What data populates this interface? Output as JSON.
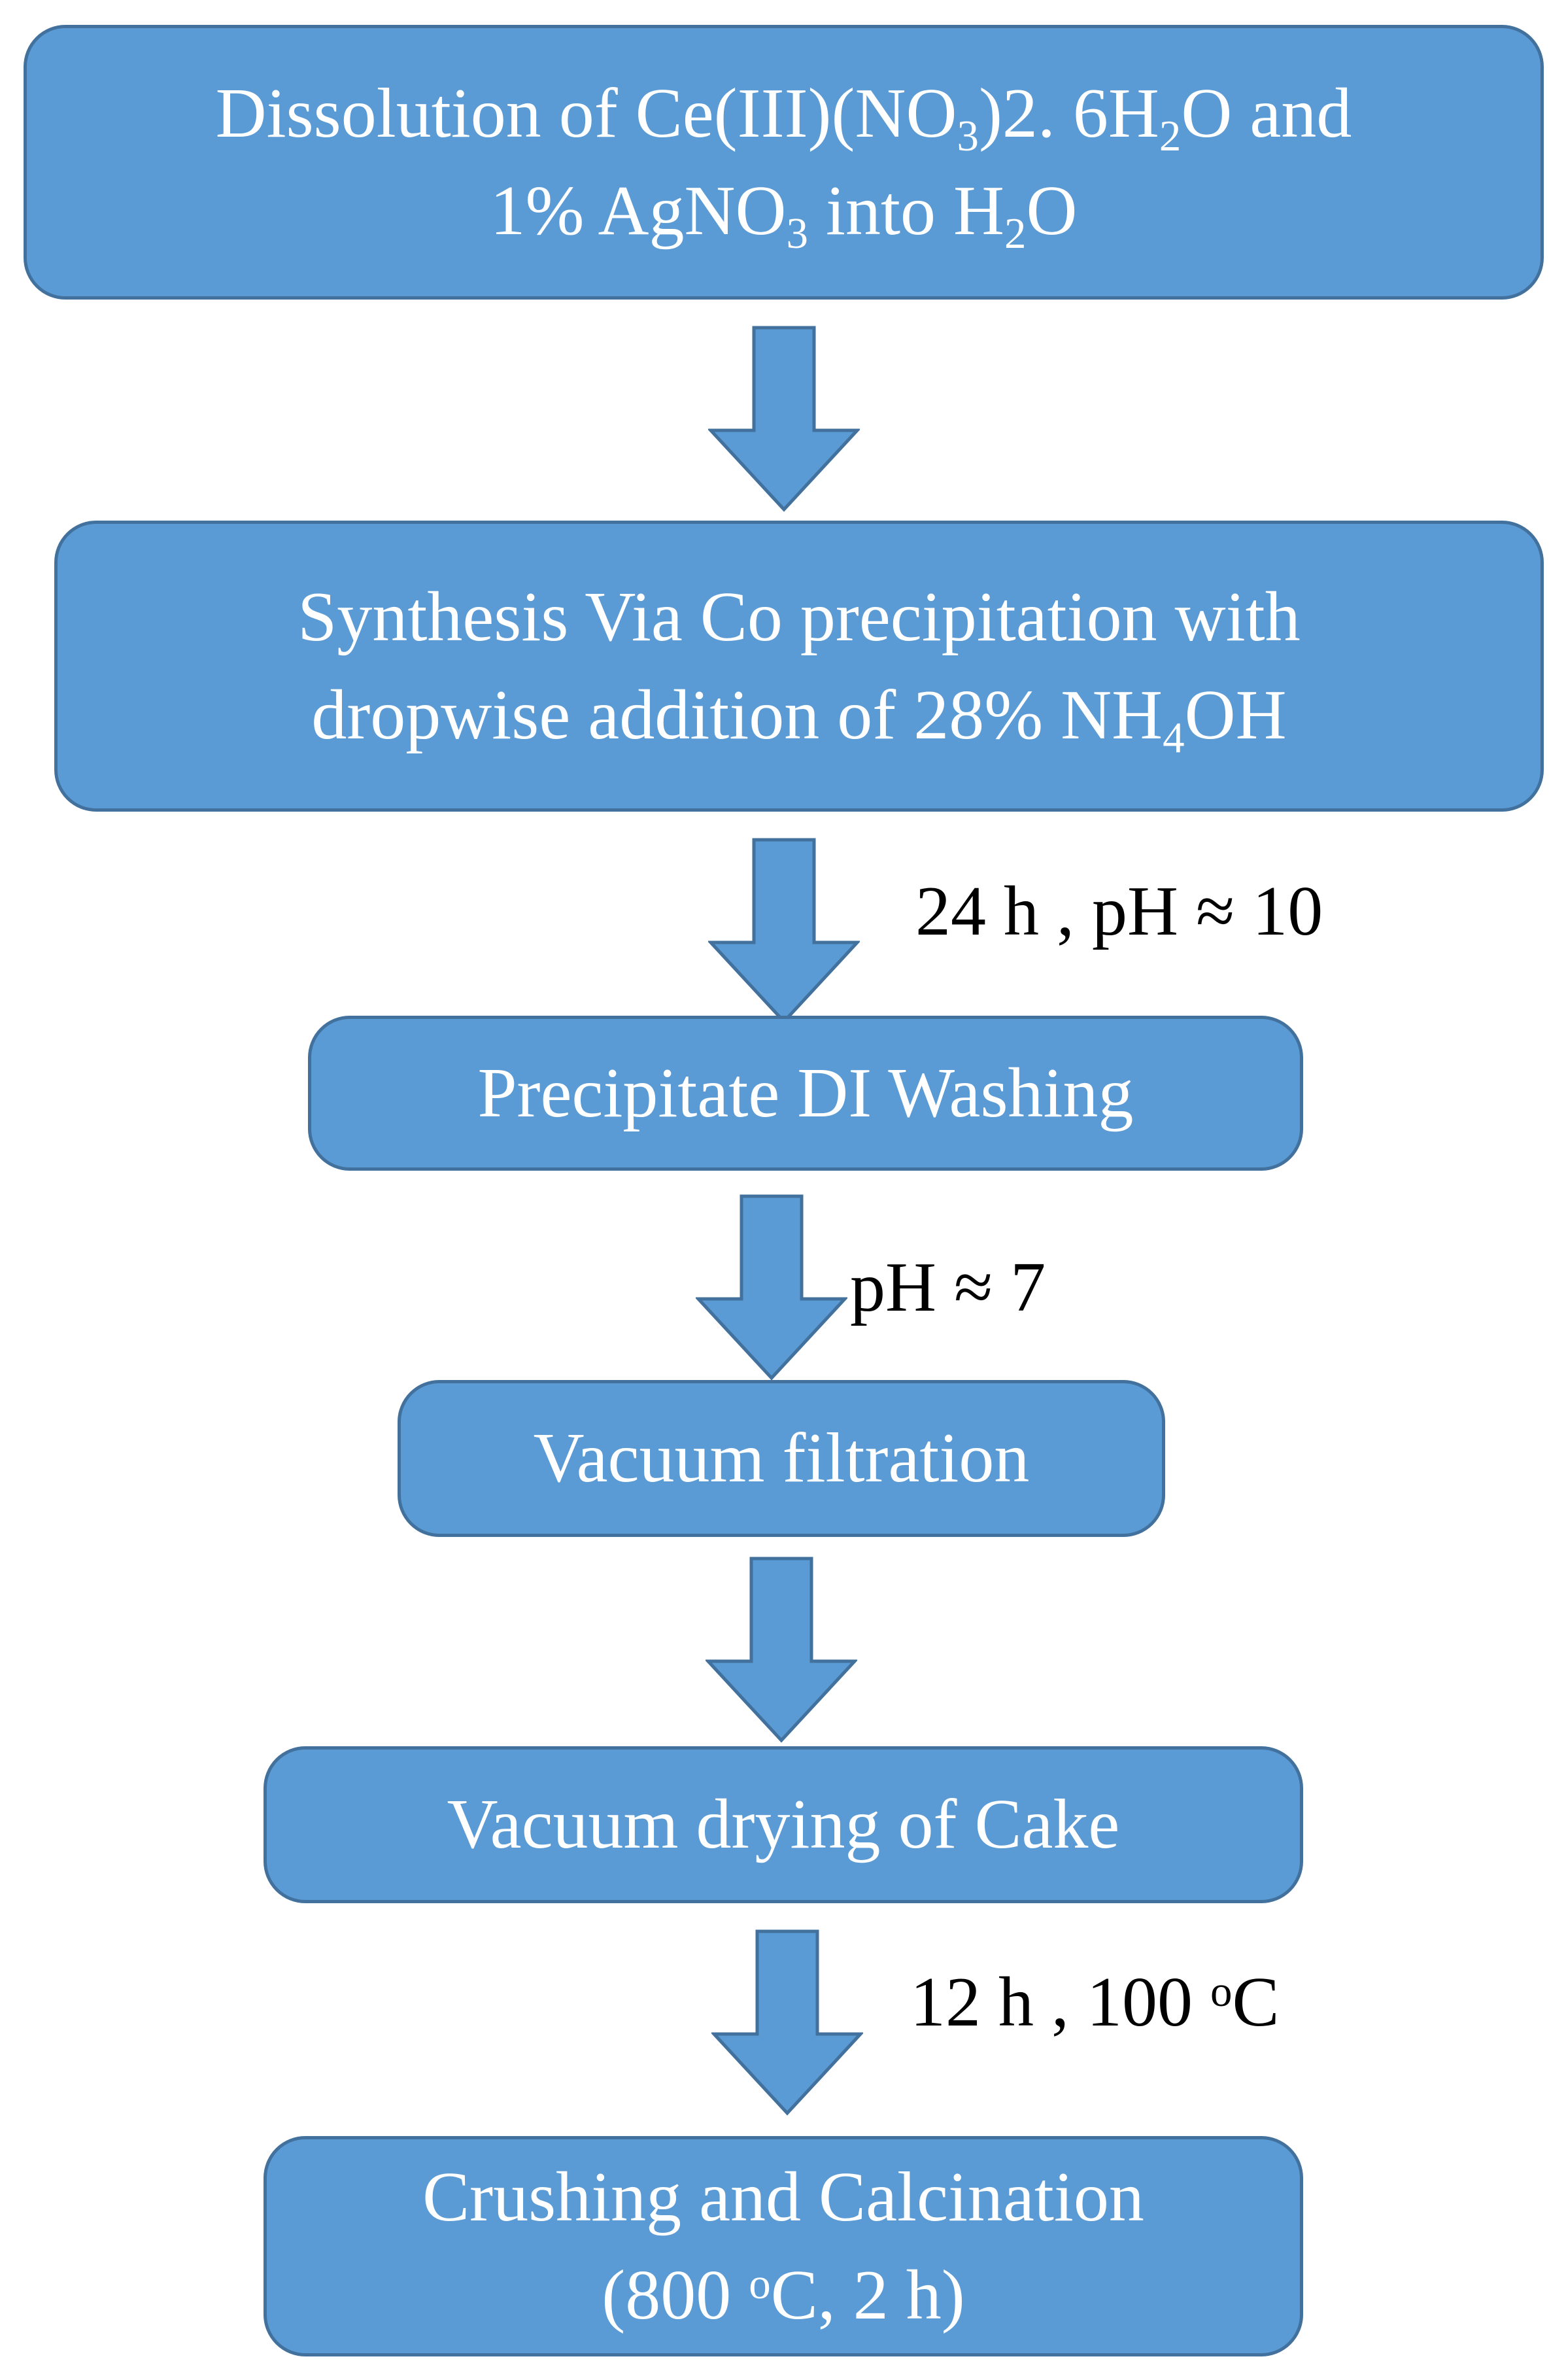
{
  "colors": {
    "box_fill": "#5b9bd5",
    "box_border": "#41719c",
    "box_text": "#ffffff",
    "arrow_fill": "#5b9bd5",
    "arrow_border": "#41719c",
    "condition_text": "#000000"
  },
  "steps": [
    {
      "lines": [
        [
          {
            "t": "Dissolution of Ce(III)(NO"
          },
          {
            "t": "3",
            "sub": true
          },
          {
            "t": ")2. 6H"
          },
          {
            "t": "2",
            "sub": true
          },
          {
            "t": "O and"
          }
        ],
        [
          {
            "t": "1% AgNO"
          },
          {
            "t": "3",
            "sub": true
          },
          {
            "t": "  into H"
          },
          {
            "t": "2",
            "sub": true
          },
          {
            "t": "O"
          }
        ]
      ]
    },
    {
      "lines": [
        [
          {
            "t": "Synthesis Via  Co precipitation with"
          }
        ],
        [
          {
            "t": "dropwise addition of 28% NH"
          },
          {
            "t": "4",
            "sub": true
          },
          {
            "t": "OH"
          }
        ]
      ]
    },
    {
      "lines": [
        [
          {
            "t": "Precipitate DI Washing"
          }
        ]
      ]
    },
    {
      "lines": [
        [
          {
            "t": "Vacuum filtration"
          }
        ]
      ]
    },
    {
      "lines": [
        [
          {
            "t": "Vacuum drying of Cake"
          }
        ]
      ]
    },
    {
      "lines": [
        [
          {
            "t": "Crushing and Calcination"
          }
        ],
        [
          {
            "t": "(800 "
          },
          {
            "t": "o",
            "sup": true
          },
          {
            "t": "C, 2 h)"
          }
        ]
      ]
    }
  ],
  "conditions": [
    [
      {
        "t": "24 h , pH ≈ 10"
      }
    ],
    [
      {
        "t": "pH ≈ 7"
      }
    ],
    [
      {
        "t": "12 h , 100 "
      },
      {
        "t": "o",
        "sup": true
      },
      {
        "t": "C"
      }
    ]
  ]
}
